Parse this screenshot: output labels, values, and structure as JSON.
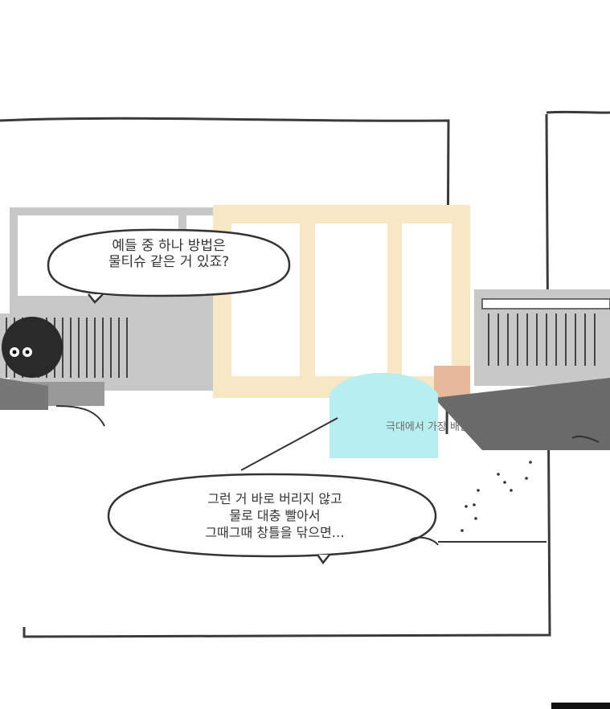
{
  "bubble_top": {
    "line1": "예들 중 하나 방법은",
    "line2": "물티슈 같은 거 있죠?"
  },
  "bubble_bottom": {
    "line1": "그런 거 바로 버리지 않고",
    "line2": "물로 대충 빨아서",
    "line3": "그때그때 창틀을 닦으면…"
  },
  "caption": "극대에서 가장 배달",
  "colors": {
    "ink": "#333333",
    "frame_gray": "#c8c8c8",
    "window_cream": "#f7e7c4",
    "cyan": "#b7eef0",
    "skin": "#e7b89a",
    "dark_gray": "#6a6a6a"
  }
}
